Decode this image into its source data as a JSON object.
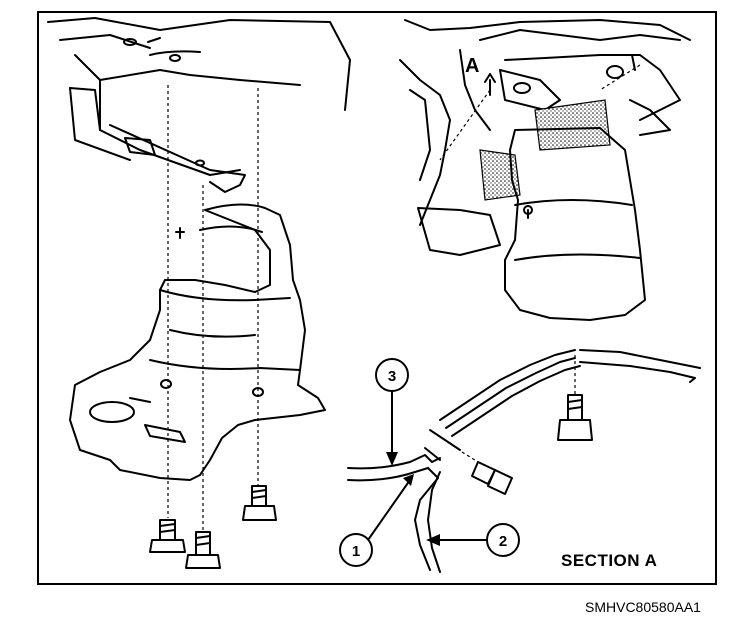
{
  "figure": {
    "section_label": "SECTION A",
    "view_marker": "A",
    "figure_code": "SMHVC80580AA1",
    "callouts": [
      {
        "id": "1",
        "text": "1"
      },
      {
        "id": "2",
        "text": "2"
      },
      {
        "id": "3",
        "text": "3"
      }
    ]
  }
}
